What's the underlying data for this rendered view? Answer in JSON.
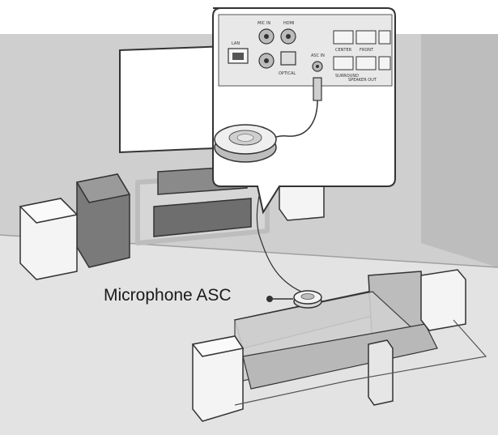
{
  "callout": {
    "label": "Microphone ASC"
  },
  "rear_panel": {
    "jack_labels": {
      "lan": "LAN",
      "mic_in": "MIC IN",
      "hdmi": "HDMI",
      "optical": "OPTICAL",
      "asc_in": "ASC IN",
      "speaker_out": "SPEAKER OUT",
      "center": "CENTER",
      "front": "FRONT",
      "surround": "SURROUND"
    }
  },
  "icons": {
    "microphone": "microphone-asc-icon",
    "speaker": "speaker-icon",
    "tv": "tv-icon"
  },
  "colors": {
    "floor": "#e2e2e2",
    "wall": "#c8c8c8",
    "line": "#333333",
    "speaker_light": "#f4f4f4",
    "speaker_dark": "#8a8a8a"
  }
}
